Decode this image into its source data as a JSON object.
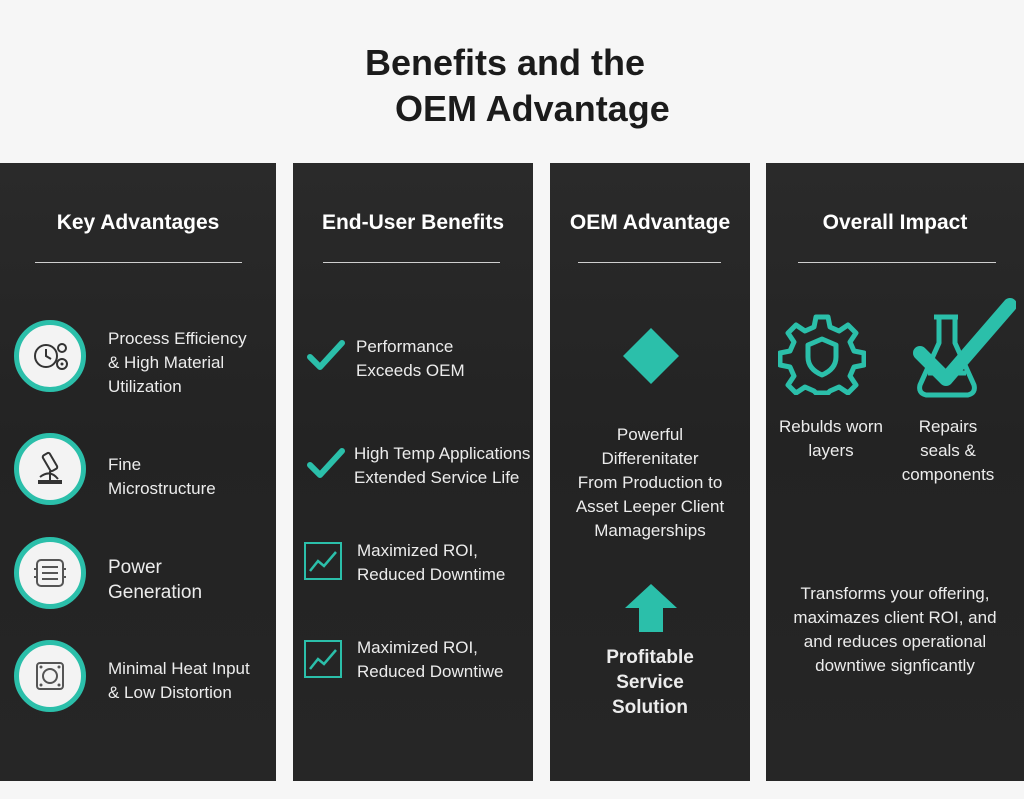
{
  "title": {
    "line1": "Benefits and the",
    "line2": "OEM Advantage"
  },
  "colors": {
    "accent": "#2bbfaa",
    "panel": "#262626",
    "background": "#f6f6f6"
  },
  "columns": [
    {
      "heading": "Key Advantages",
      "items": [
        {
          "icon": "clock-gears-icon",
          "line1": "Process Efficiency",
          "line2": "& High Material",
          "line3": "Utilization"
        },
        {
          "icon": "microscope-icon",
          "line1": "Fine",
          "line2": "Microstructure"
        },
        {
          "icon": "generator-icon",
          "line1": "Power",
          "line2": "Generation"
        },
        {
          "icon": "heat-unit-icon",
          "line1": "Minimal Heat Input",
          "line2": "& Low Distortion"
        }
      ]
    },
    {
      "heading": "End-User Benefits",
      "items": [
        {
          "icon": "checkmark-icon",
          "line1": "Performance",
          "line2": "Exceeds OEM"
        },
        {
          "icon": "checkmark-icon",
          "line1": "High Temp Applications",
          "line2": "Extended Service Life"
        },
        {
          "icon": "trend-chart-icon",
          "line1": "Maximized ROI,",
          "line2": "Reduced Downtime"
        },
        {
          "icon": "trend-chart-icon",
          "line1": "Maximized ROI,",
          "line2": "Reduced Downtiwe"
        }
      ]
    },
    {
      "heading": "OEM Advantage",
      "diamond_icon": "diamond-icon",
      "differentiator": {
        "line1": "Powerful",
        "line2": "Differenitater",
        "line3": "From Production to",
        "line4": "Asset Leeper Client",
        "line5": "Mamagerships"
      },
      "arrow_icon": "up-arrow-icon",
      "solution": {
        "line1": "Profitable",
        "line2": "Service",
        "line3": "Solution"
      }
    },
    {
      "heading": "Overall Impact",
      "left": {
        "icon": "shield-gear-icon",
        "line1": "Rebulds worn",
        "line2": "layers"
      },
      "right": {
        "icon": "flask-check-icon",
        "line1": "Repairs",
        "line2": "seals &",
        "line3": "components"
      },
      "summary": {
        "line1": "Transforms your offering,",
        "line2": "maximazes client ROI, and",
        "line3": "and reduces operational",
        "line4": "downtiwe signficantly"
      }
    }
  ]
}
